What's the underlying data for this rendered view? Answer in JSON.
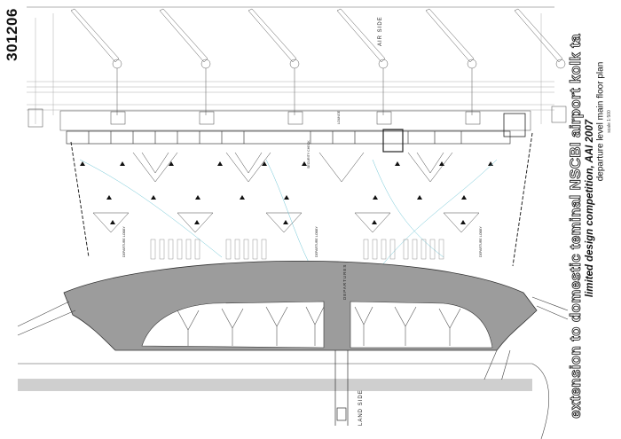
{
  "sheet": {
    "number": "301206",
    "title": "extension to domestic teminal NSCBI airport kolk ta",
    "competition": "limited design competition, AAI 2007",
    "drawing_title": "departure level main floor plan",
    "scale": "scale 1:500"
  },
  "labels": {
    "air_side": "AIR SIDE",
    "land_side": "LAND SIDE",
    "departures": "DEPARTURES",
    "departure_lobby": "DEPARTURE LOBBY",
    "security_check": "SECURITY CHECK",
    "lounge": "LOUNGE"
  },
  "colors": {
    "line": "#3a3a3a",
    "shade": "#9c9c9c",
    "light_line": "#8a8a8a",
    "cyan_line": "#6fc6d6",
    "title_outline": "#222222"
  }
}
